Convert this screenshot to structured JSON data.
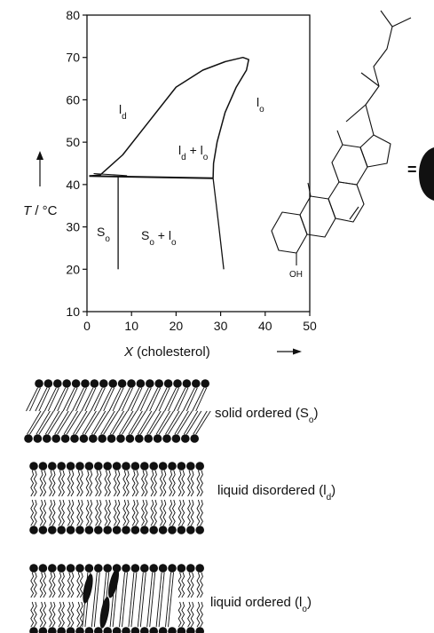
{
  "phase_diagram": {
    "y_axis": {
      "label_symbol": "T",
      "label_unit": " / °C",
      "ticks": [
        "10",
        "20",
        "30",
        "40",
        "50",
        "60",
        "70",
        "80"
      ],
      "range": [
        10,
        80
      ]
    },
    "x_axis": {
      "label_symbol": "X",
      "label_rest": " (cholesterol)",
      "ticks": [
        "0",
        "10",
        "20",
        "30",
        "40",
        "50"
      ],
      "range": [
        0,
        50
      ]
    },
    "regions": {
      "ld": {
        "main": "l",
        "sub": "d",
        "rest": ""
      },
      "lo": {
        "main": "l",
        "sub": "o",
        "rest": ""
      },
      "ld_lo": {
        "main": "l",
        "sub": "d",
        "rest": " + l",
        "sub2": "o"
      },
      "so": {
        "main": "S",
        "sub": "o",
        "rest": ""
      },
      "so_lo": {
        "main": "S",
        "sub": "o",
        "rest": " + l",
        "sub2": "o"
      }
    },
    "boundaries": {
      "ld_lo_envelope": [
        [
          0.5,
          42
        ],
        [
          3,
          42.3
        ],
        [
          8,
          47
        ],
        [
          14,
          55
        ],
        [
          20,
          63
        ],
        [
          26,
          67
        ],
        [
          31,
          69
        ],
        [
          35,
          70
        ],
        [
          36.3,
          69.5
        ],
        [
          35.8,
          67
        ],
        [
          33.5,
          63
        ],
        [
          31,
          57
        ],
        [
          29.2,
          50
        ],
        [
          28.4,
          45
        ],
        [
          28.3,
          41.5
        ]
      ],
      "tie_line": [
        [
          0.5,
          42
        ],
        [
          28.3,
          41.5
        ]
      ],
      "so_boundary": [
        [
          7,
          42
        ],
        [
          7,
          20
        ]
      ],
      "lo_right_lower": [
        [
          28.3,
          41.5
        ],
        [
          29.5,
          31
        ],
        [
          30.7,
          20
        ]
      ]
    }
  },
  "cholesterol": {
    "oh_label": "OH",
    "equals": "="
  },
  "phases": [
    {
      "name": "solid ordered (S",
      "sub": "o",
      "close": ")"
    },
    {
      "name": "liquid disordered (l",
      "sub": "d",
      "close": ")"
    },
    {
      "name": "liquid ordered (l",
      "sub": "o",
      "close": ")"
    }
  ],
  "colors": {
    "ink": "#111111",
    "background": "#ffffff"
  }
}
